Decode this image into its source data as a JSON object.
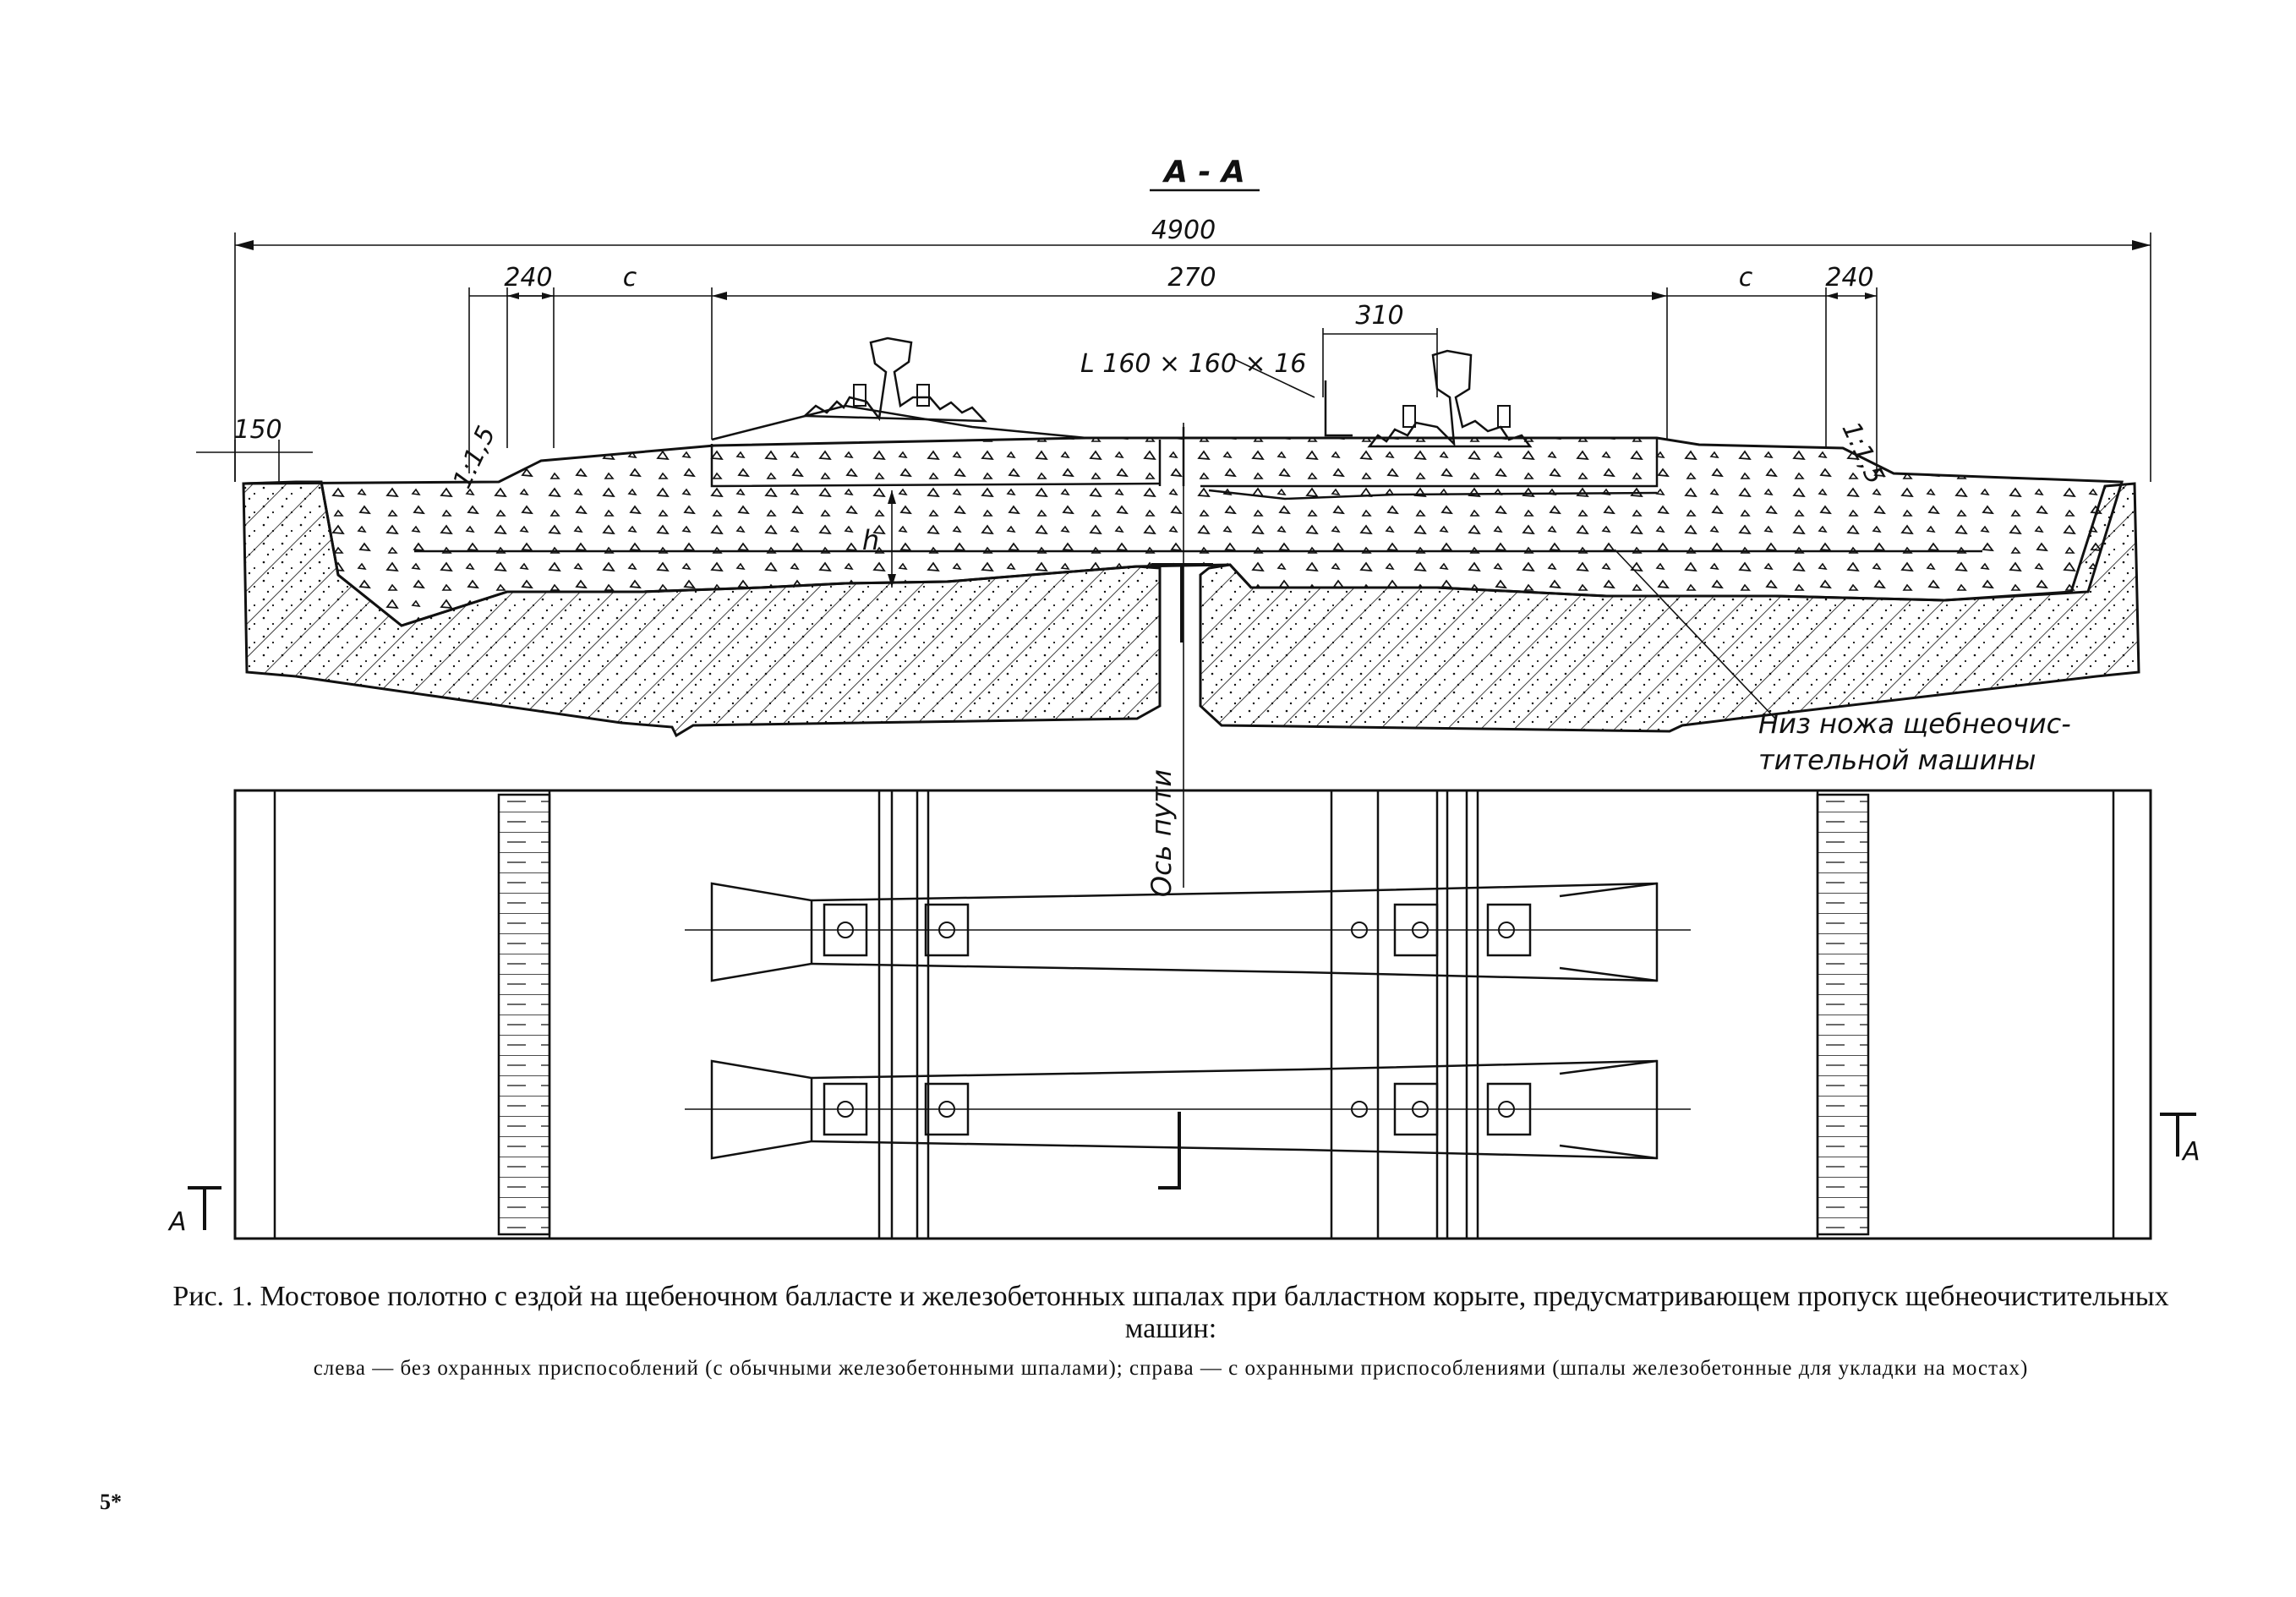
{
  "section": {
    "title": "А - А",
    "overall_width": "4900",
    "inner_width": "270",
    "left_offset": "240",
    "right_offset": "240",
    "left_c": "c",
    "right_c": "c",
    "gauge": "310",
    "edge": "150",
    "left_slope": "1:1,5",
    "right_slope": "1:1,5",
    "angle_label": "L 160 × 160 × 16",
    "depth_label": "h",
    "cutter_note_line1": "Низ ножа щебнеочис-",
    "cutter_note_line2": "тительной машины"
  },
  "plan": {
    "axis_label": "Ось пути",
    "cut_left": "A",
    "cut_right": "A"
  },
  "caption": {
    "line1": "Рис. 1. Мостовое полотно с ездой на щебеночном балласте и железобетонных шпалах при балластном корыте, предусматривающем пропуск щебнеочистительных машин:",
    "line2": "слева — без охранных приспособлений (с обычными железобетонными шпалами); справа — с охранными приспособлениями (шпалы железобетонные для укладки на мостах)"
  },
  "page_mark": "5*"
}
